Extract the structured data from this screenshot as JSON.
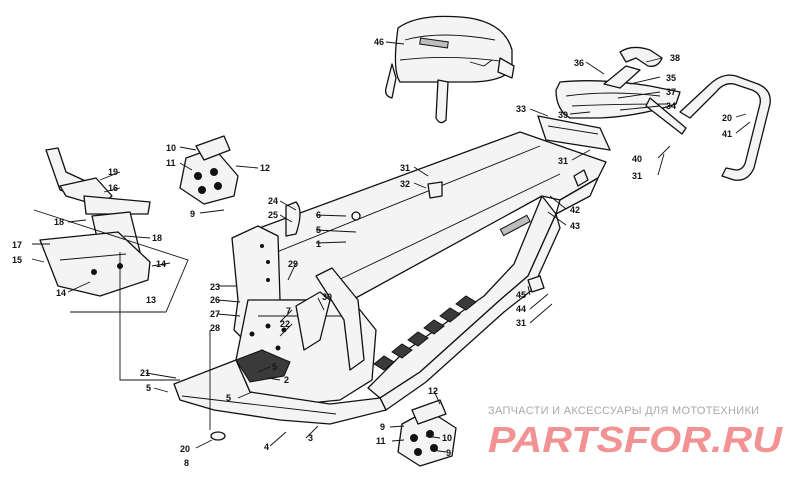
{
  "watermark": {
    "caption": "ЗАПЧАСТИ И АКСЕССУАРЫ ДЛЯ МОТОТЕХНИКИ",
    "logo": "PARTSFOR.RU",
    "logo_color": "#f08080"
  },
  "callouts": [
    {
      "key": "c46",
      "text": "46"
    },
    {
      "key": "c38",
      "text": "38"
    },
    {
      "key": "c36",
      "text": "36"
    },
    {
      "key": "c35",
      "text": "35"
    },
    {
      "key": "c37",
      "text": "37"
    },
    {
      "key": "c34",
      "text": "34"
    },
    {
      "key": "c33",
      "text": "33"
    },
    {
      "key": "c39",
      "text": "39"
    },
    {
      "key": "c31a",
      "text": "31"
    },
    {
      "key": "c20a",
      "text": "20"
    },
    {
      "key": "c41",
      "text": "41"
    },
    {
      "key": "c40",
      "text": "40"
    },
    {
      "key": "c31b",
      "text": "31"
    },
    {
      "key": "c10a",
      "text": "10"
    },
    {
      "key": "c11a",
      "text": "11"
    },
    {
      "key": "c12a",
      "text": "12"
    },
    {
      "key": "c9a",
      "text": "9"
    },
    {
      "key": "c19",
      "text": "19"
    },
    {
      "key": "c16",
      "text": "16"
    },
    {
      "key": "c31c",
      "text": "31"
    },
    {
      "key": "c32",
      "text": "32"
    },
    {
      "key": "c42",
      "text": "42"
    },
    {
      "key": "c43",
      "text": "43"
    },
    {
      "key": "c24",
      "text": "24"
    },
    {
      "key": "c25",
      "text": "25"
    },
    {
      "key": "c6",
      "text": "6"
    },
    {
      "key": "c5a",
      "text": "5"
    },
    {
      "key": "c1",
      "text": "1"
    },
    {
      "key": "c18a",
      "text": "18"
    },
    {
      "key": "c18b",
      "text": "18"
    },
    {
      "key": "c17",
      "text": "17"
    },
    {
      "key": "c15",
      "text": "15"
    },
    {
      "key": "c14a",
      "text": "14"
    },
    {
      "key": "c14b",
      "text": "14"
    },
    {
      "key": "c13",
      "text": "13"
    },
    {
      "key": "c29",
      "text": "29"
    },
    {
      "key": "c23",
      "text": "23"
    },
    {
      "key": "c26",
      "text": "26"
    },
    {
      "key": "c27",
      "text": "27"
    },
    {
      "key": "c28",
      "text": "28"
    },
    {
      "key": "c30",
      "text": "30"
    },
    {
      "key": "c7",
      "text": "7"
    },
    {
      "key": "c22",
      "text": "22"
    },
    {
      "key": "c45",
      "text": "45"
    },
    {
      "key": "c44",
      "text": "44"
    },
    {
      "key": "c31d",
      "text": "31"
    },
    {
      "key": "c21",
      "text": "21"
    },
    {
      "key": "c5b",
      "text": "5"
    },
    {
      "key": "c5c",
      "text": "5"
    },
    {
      "key": "c2",
      "text": "2"
    },
    {
      "key": "c5d",
      "text": "5"
    },
    {
      "key": "c4",
      "text": "4"
    },
    {
      "key": "c3",
      "text": "3"
    },
    {
      "key": "c20b",
      "text": "20"
    },
    {
      "key": "c8",
      "text": "8"
    },
    {
      "key": "c12b",
      "text": "12"
    },
    {
      "key": "c9b",
      "text": "9"
    },
    {
      "key": "c11b",
      "text": "11"
    },
    {
      "key": "c10b",
      "text": "10"
    },
    {
      "key": "c9c",
      "text": "9"
    }
  ]
}
